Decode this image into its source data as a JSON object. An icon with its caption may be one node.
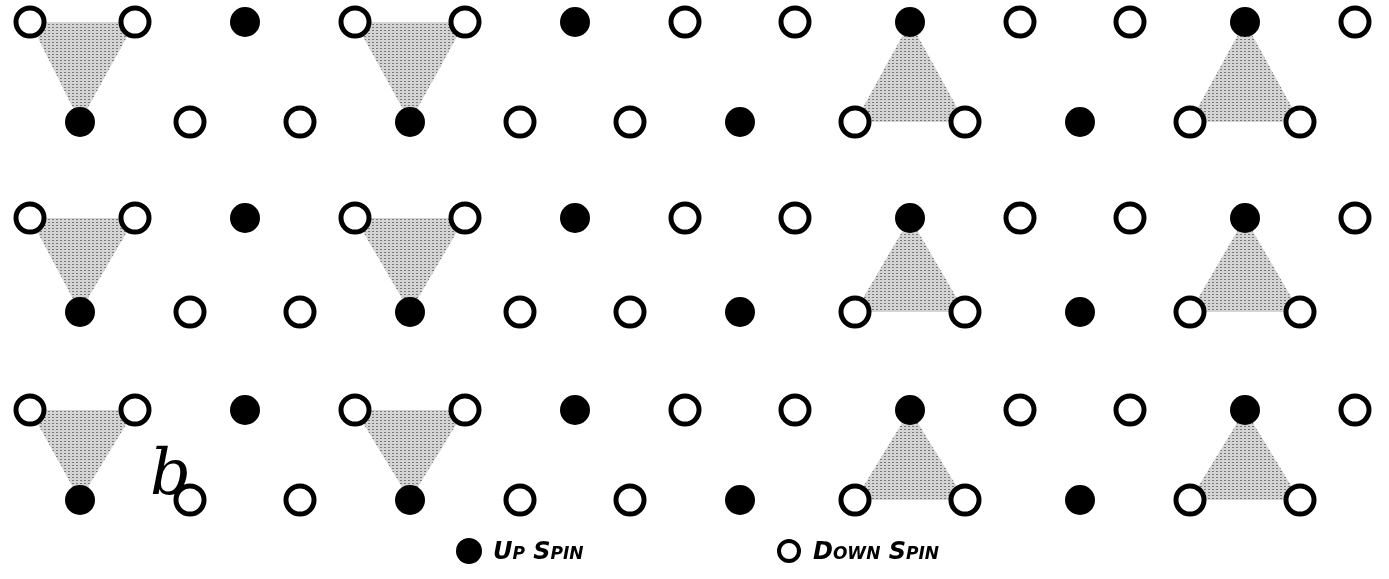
{
  "diagram": {
    "labels": [
      "b"
    ],
    "legend": [
      {
        "text": "Up Spin"
      },
      {
        "text": "Down Spin"
      }
    ]
  }
}
